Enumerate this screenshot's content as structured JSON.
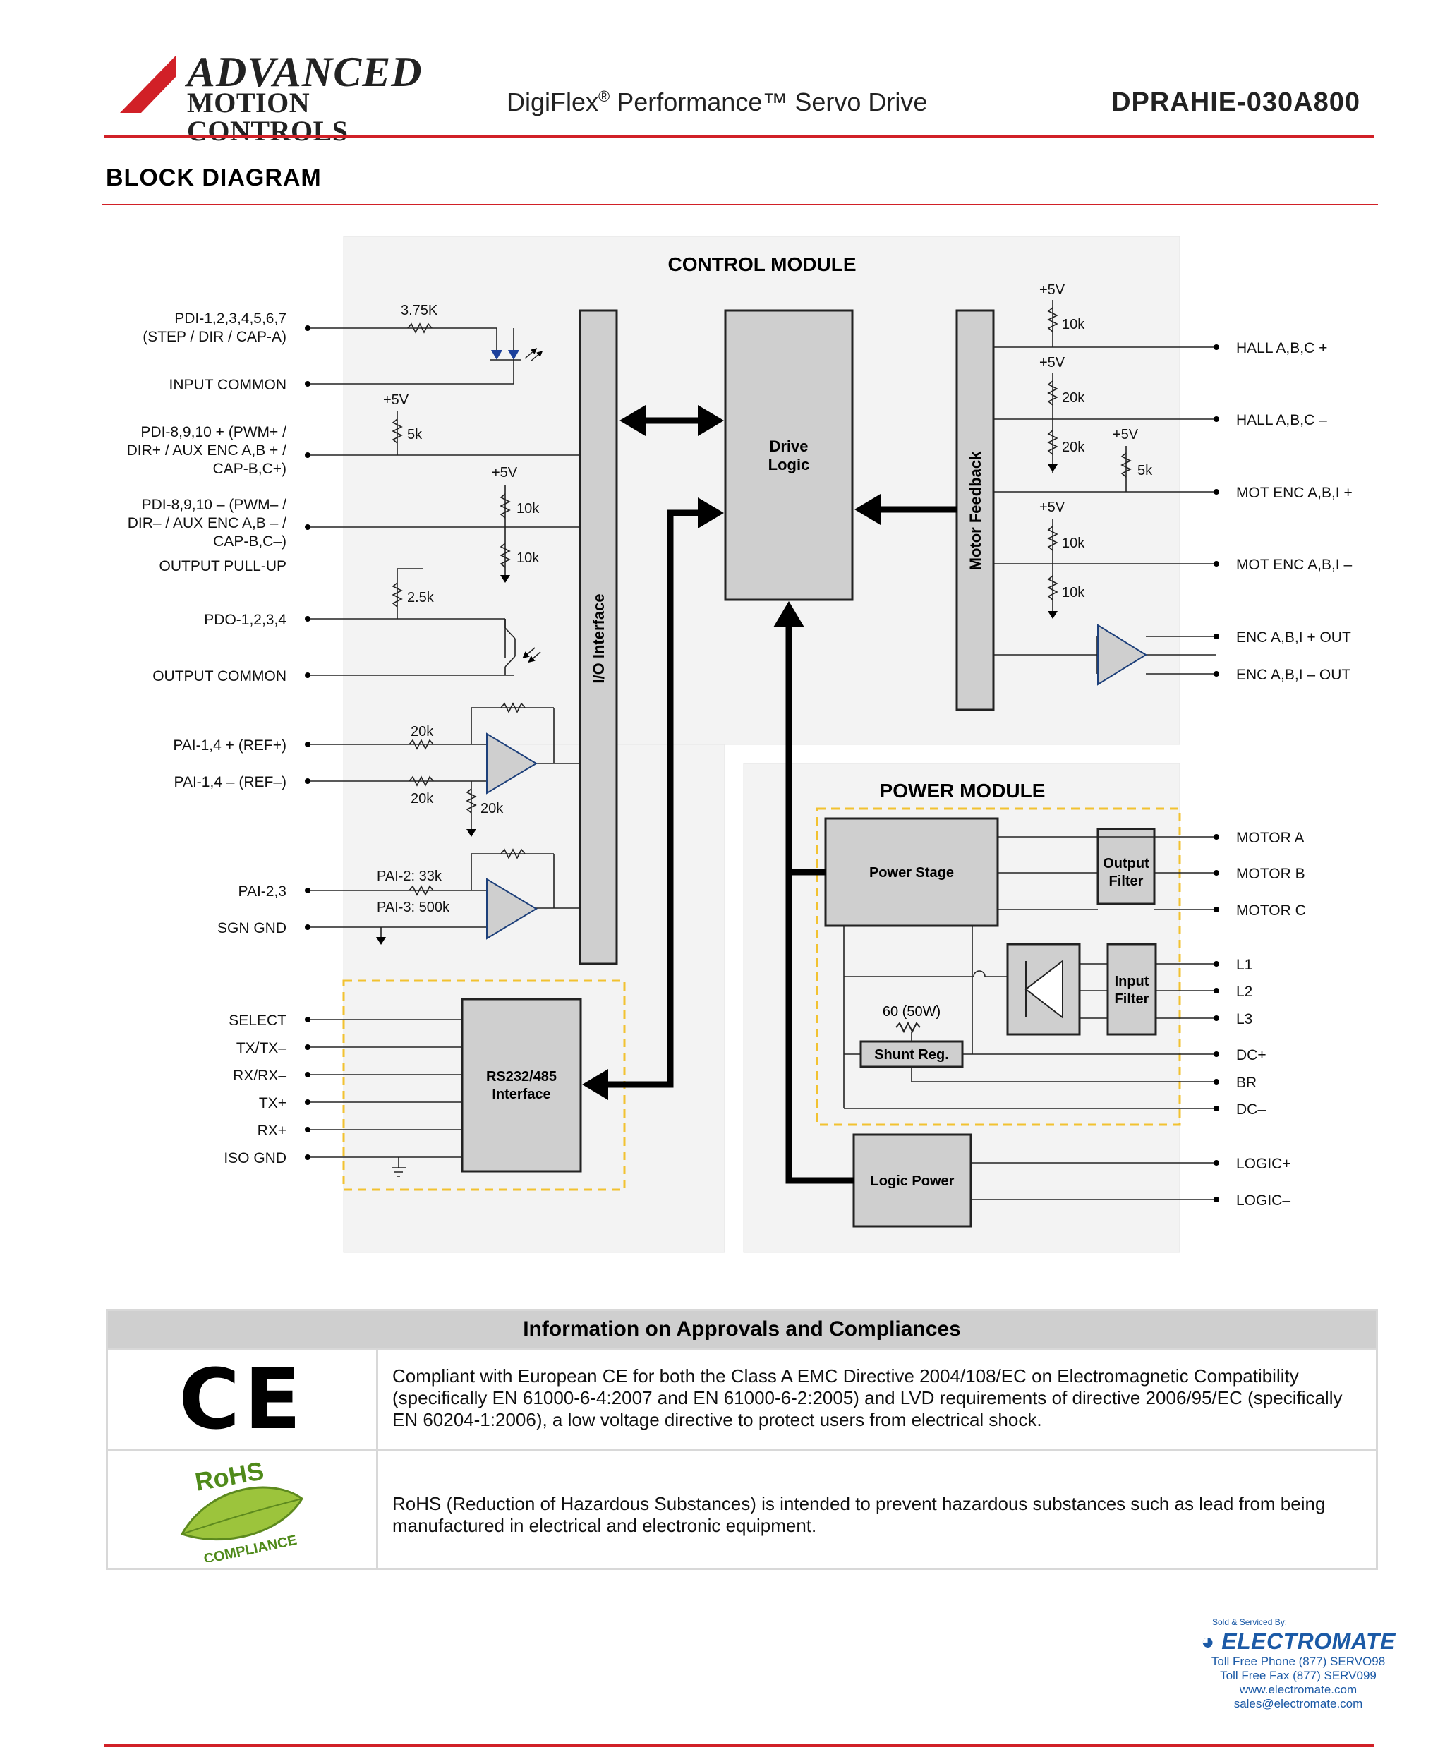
{
  "header": {
    "logo_line1": "ADVANCED",
    "logo_line2": "MOTION CONTROLS",
    "product_prefix": "DigiFlex",
    "product_reg": "®",
    "product_suffix": " Performance™ Servo Drive",
    "model": "DPRAHIE-030A800"
  },
  "section_title": "BLOCK DIAGRAM",
  "diagram": {
    "control_module_title": "CONTROL MODULE",
    "power_module_title": "POWER MODULE",
    "io_interface": "I/O Interface",
    "drive_logic_1": "Drive",
    "drive_logic_2": "Logic",
    "motor_feedback": "Motor Feedback",
    "rs_1": "RS232/485",
    "rs_2": "Interface",
    "power_stage": "Power Stage",
    "output_filter_1": "Output",
    "output_filter_2": "Filter",
    "input_filter_1": "Input",
    "input_filter_2": "Filter",
    "shunt_reg": "Shunt Reg.",
    "shunt_res": "60 (50W)",
    "logic_power": "Logic Power",
    "left_labels": {
      "pdi1_a": "PDI-1,2,3,4,5,6,7",
      "pdi1_b": "(STEP / DIR / CAP-A)",
      "input_common": "INPUT COMMON",
      "pdi8p_a": "PDI-8,9,10 + (PWM+ /",
      "pdi8p_b": "DIR+ / AUX ENC A,B + /",
      "pdi8p_c": "CAP-B,C+)",
      "pdi8m_a": "PDI-8,9,10 – (PWM– /",
      "pdi8m_b": "DIR– / AUX ENC A,B – /",
      "pdi8m_c": "CAP-B,C–)",
      "output_pullup": "OUTPUT PULL-UP",
      "pdo": "PDO-1,2,3,4",
      "output_common": "OUTPUT COMMON",
      "pai14p": "PAI-1,4 + (REF+)",
      "pai14m": "PAI-1,4 – (REF–)",
      "pai23": "PAI-2,3",
      "sgn_gnd": "SGN GND",
      "select": "SELECT",
      "tx_m": "TX/TX–",
      "rx_m": "RX/RX–",
      "tx_p": "TX+",
      "rx_p": "RX+",
      "iso_gnd": "ISO GND"
    },
    "component_labels": {
      "r375": "3.75K",
      "v5": "+5V",
      "r5k": "5k",
      "r10k": "10k",
      "r25k": "2.5k",
      "r20k": "20k",
      "pai2": "PAI-2: 33k",
      "pai3": "PAI-3: 500k"
    },
    "right_labels": {
      "hall_p": "HALL A,B,C +",
      "hall_m": "HALL A,B,C –",
      "mot_p": "MOT ENC A,B,I +",
      "mot_m": "MOT ENC A,B,I –",
      "enc_op": "ENC A,B,I + OUT",
      "enc_om": "ENC A,B,I – OUT",
      "motor_a": "MOTOR A",
      "motor_b": "MOTOR B",
      "motor_c": "MOTOR C",
      "l1": "L1",
      "l2": "L2",
      "l3": "L3",
      "dcp": "DC+",
      "br": "BR",
      "dcm": "DC–",
      "logic_p": "LOGIC+",
      "logic_m": "LOGIC–"
    }
  },
  "compliance": {
    "title": "Information on Approvals and Compliances",
    "ce_mark": "CE",
    "ce_text": "Compliant with European CE for both the Class A EMC Directive 2004/108/EC on Electromagnetic Compatibility (specifically EN 61000-6-4:2007 and EN 61000-6-2:2005) and LVD requirements of directive 2006/95/EC (specifically EN 60204-1:2006), a low voltage directive to protect users from electrical shock.",
    "rohs_logo_top": "RoHS",
    "rohs_logo_bottom": "COMPLIANCE",
    "rohs_text": "RoHS (Reduction of Hazardous Substances) is intended to prevent hazardous substances such as lead from being manufactured in electrical and electronic equipment."
  },
  "footer": {
    "sold": "Sold & Serviced By:",
    "brand": "ELECTROMATE",
    "phone": "Toll Free Phone  (877) SERVO98",
    "fax": "Toll Free Fax  (877) SERV099",
    "web": "www.electromate.com",
    "email": "sales@electromate.com"
  },
  "colors": {
    "accent_red": "#d12027",
    "module_bg": "#f3f3f3",
    "block_gray": "#cfcfcf",
    "dash_yellow": "#f2c230",
    "electromate_blue": "#1c5aa6"
  }
}
